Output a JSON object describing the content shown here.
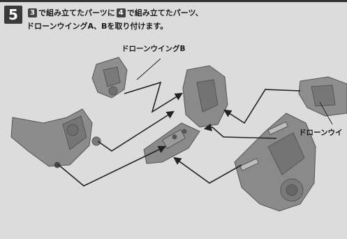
{
  "step": {
    "number": "5",
    "line1_ref_a": "3",
    "line1_text_a": "で組み立てたパーツに",
    "line1_ref_b": "4",
    "line1_text_b": "で組み立てたパーツ、",
    "line2": "ドローンウイングA、Bを取り付けます。"
  },
  "callouts": {
    "wing_b": "ドローンウイングB",
    "wing_a_cut": "ドローンウイ"
  }
}
